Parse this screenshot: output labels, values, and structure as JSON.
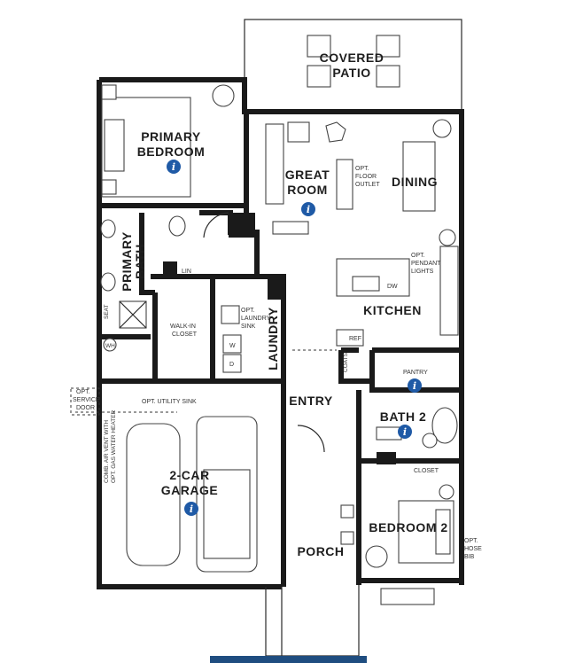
{
  "rooms": {
    "covered_patio": [
      "COVERED",
      "PATIO"
    ],
    "primary_bedroom": [
      "PRIMARY",
      "BEDROOM"
    ],
    "great_room": [
      "GREAT",
      "ROOM"
    ],
    "dining": "DINING",
    "primary_bath": [
      "PRIMARY",
      "BATH"
    ],
    "kitchen": "KITCHEN",
    "laundry": "LAUNDRY",
    "entry": "ENTRY",
    "bath2": "BATH 2",
    "garage": [
      "2-CAR",
      "GARAGE"
    ],
    "bedroom2": "BEDROOM 2",
    "porch": "PORCH"
  },
  "notes": {
    "floor_outlet": [
      "OPT.",
      "FLOOR",
      "OUTLET"
    ],
    "pendant_lights": [
      "OPT.",
      "PENDANT",
      "LIGHTS"
    ],
    "laundry_sink": [
      "OPT.",
      "LAUNDRY",
      "SINK"
    ],
    "walk_in_closet": [
      "WALK-IN",
      "CLOSET"
    ],
    "service_door": [
      "OPT.",
      "SERVICE",
      "DOOR"
    ],
    "utility_sink": "OPT. UTILITY SINK",
    "water_heater": [
      "COMB. AIR VENT WITH",
      "OPT. GAS WATER HEATER"
    ],
    "hose_bib": [
      "OPT.",
      "HOSE",
      "BIB"
    ],
    "lin": "LIN",
    "seat": "SEAT",
    "wh": "WH",
    "coats": "COATS",
    "pantry": "PANTRY",
    "closet": "CLOSET",
    "ref": "REF",
    "dw": "DW",
    "w": "W",
    "d": "D"
  },
  "info_glyph": "i",
  "colors": {
    "wall": "#1a1a1a",
    "info": "#1f5aa6",
    "bar": "#1f4d80"
  }
}
